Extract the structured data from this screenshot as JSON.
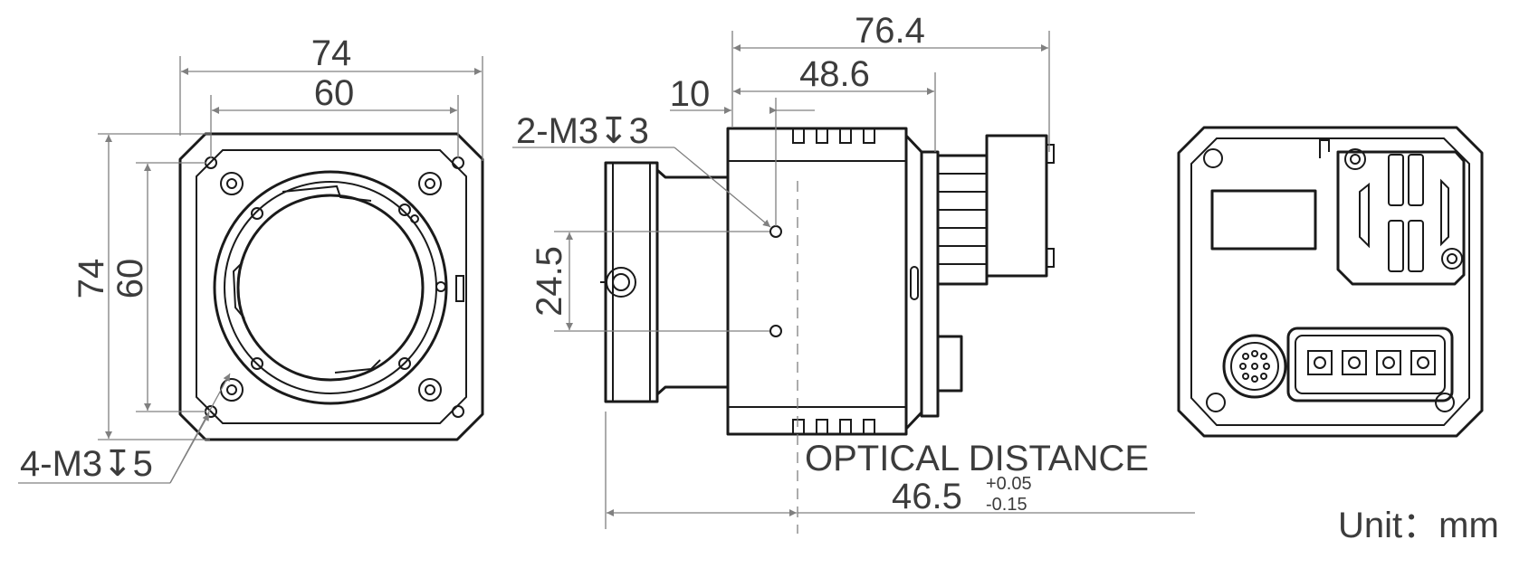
{
  "front_view": {
    "width_outer": "74",
    "width_hole_spacing": "60",
    "height_outer": "74",
    "height_hole_spacing": "60",
    "hole_callout": "4-M3↧5"
  },
  "side_view": {
    "length_total": "76.4",
    "length_body": "48.6",
    "hole_offset": "10",
    "hole_spacing": "24.5",
    "hole_callout": "2-M3↧3",
    "optical_label": "OPTICAL DISTANCE",
    "optical_value": "46.5",
    "tol_upper": "+0.05",
    "tol_lower": "-0.15"
  },
  "unit_label": "Unit：mm"
}
